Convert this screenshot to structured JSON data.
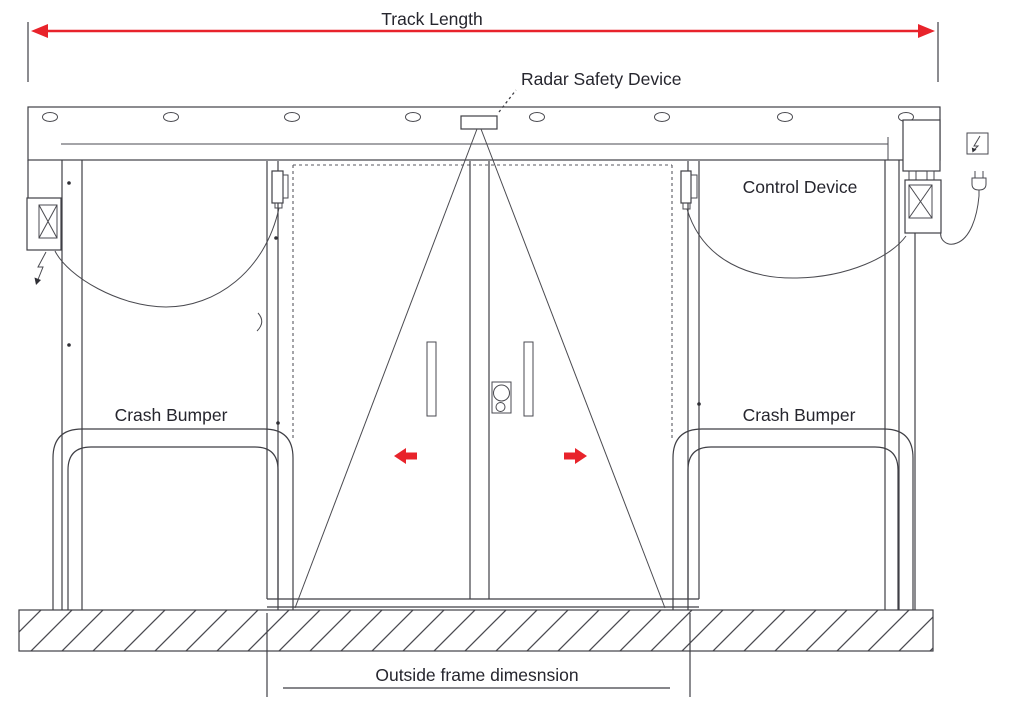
{
  "labels": {
    "track_length": "Track Length",
    "radar_safety_device": "Radar Safety Device",
    "control_device": "Control Device",
    "crash_bumper_left": "Crash Bumper",
    "crash_bumper_right": "Crash Bumper",
    "outside_frame_dimension": "Outside frame dimesnsion"
  },
  "colors": {
    "accent_red": "#e8232b",
    "line": "#3f3f45",
    "text": "#26262e",
    "background": "#ffffff"
  },
  "icons": {
    "lightning_left": "electric-power-bolt",
    "lightning_right": "electric-power-bolt-boxed",
    "plug": "power-plug",
    "motor_boxes": "drive-motor-cross-box",
    "red_arrows": "door-sliding-direction-arrows",
    "radar_cone": "radar-detection-field"
  }
}
